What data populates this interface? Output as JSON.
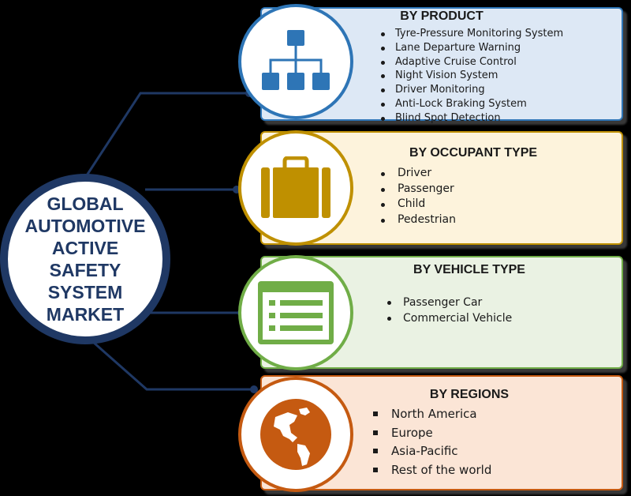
{
  "center": {
    "title": "GLOBAL\nAUTOMOTIVE\nACTIVE SAFETY\nSYSTEM\nMARKET"
  },
  "colors": {
    "center_ring": "#1f3864",
    "product": "#2e75b6",
    "occupant": "#bf9000",
    "vehicle": "#70ad47",
    "regions": "#c55a11"
  },
  "segments": {
    "product": {
      "title": "BY PRODUCT",
      "icon": "hierarchy-icon",
      "items": [
        "Tyre-Pressure Monitoring System",
        "Lane Departure Warning",
        "Adaptive Cruise Control",
        "Night Vision System",
        "Driver Monitoring",
        "Anti-Lock Braking System",
        "Blind Spot Detection"
      ]
    },
    "occupant": {
      "title": "BY OCCUPANT TYPE",
      "icon": "briefcase-icon",
      "items": [
        "Driver",
        "Passenger",
        "Child",
        "Pedestrian"
      ]
    },
    "vehicle": {
      "title": "BY VEHICLE TYPE",
      "icon": "list-window-icon",
      "items": [
        "Passenger Car",
        "Commercial Vehicle"
      ]
    },
    "regions": {
      "title": "BY REGIONS",
      "icon": "globe-icon",
      "items": [
        "North America",
        "Europe",
        "Asia-Pacific",
        "Rest of the world"
      ]
    }
  }
}
